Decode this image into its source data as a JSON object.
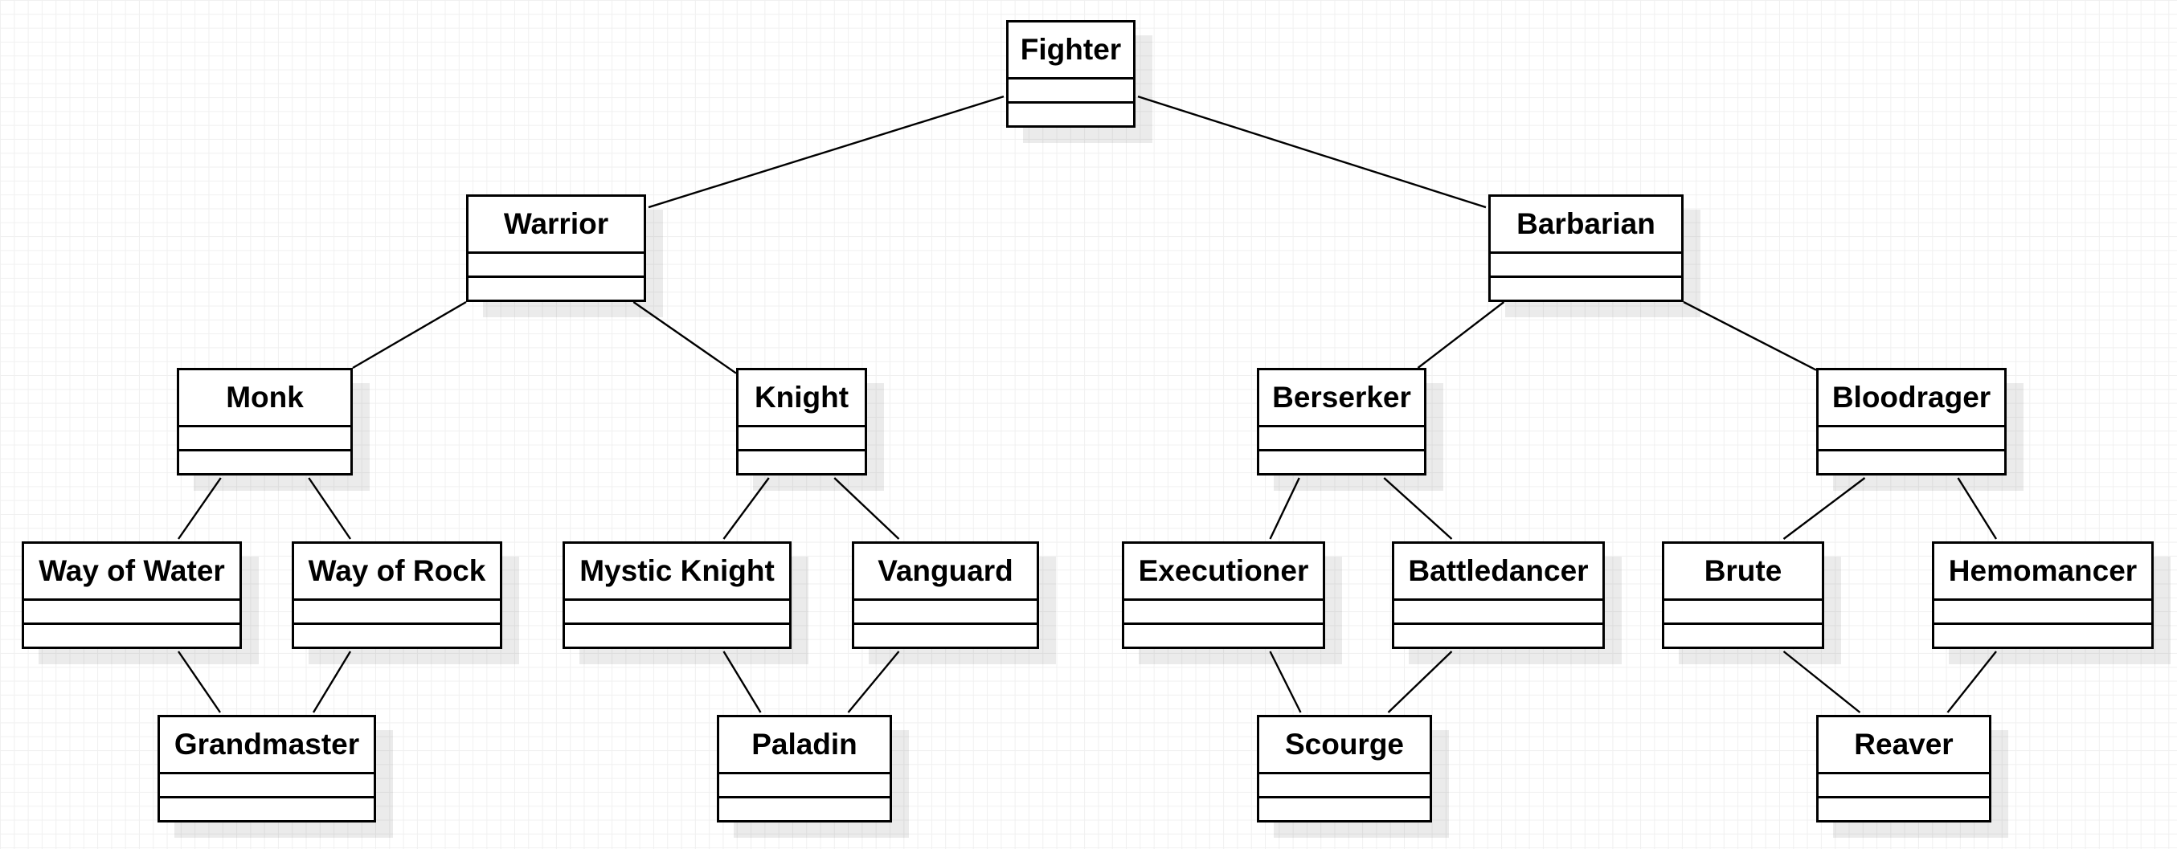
{
  "diagram": {
    "type": "uml-class-hierarchy",
    "classes": [
      {
        "id": "fighter",
        "name": "Fighter"
      },
      {
        "id": "warrior",
        "name": "Warrior"
      },
      {
        "id": "barbarian",
        "name": "Barbarian"
      },
      {
        "id": "monk",
        "name": "Monk"
      },
      {
        "id": "knight",
        "name": "Knight"
      },
      {
        "id": "berserker",
        "name": "Berserker"
      },
      {
        "id": "bloodrager",
        "name": "Bloodrager"
      },
      {
        "id": "way-of-water",
        "name": "Way of Water"
      },
      {
        "id": "way-of-rock",
        "name": "Way of Rock"
      },
      {
        "id": "mystic-knight",
        "name": "Mystic Knight"
      },
      {
        "id": "vanguard",
        "name": "Vanguard"
      },
      {
        "id": "executioner",
        "name": "Executioner"
      },
      {
        "id": "battledancer",
        "name": "Battledancer"
      },
      {
        "id": "brute",
        "name": "Brute"
      },
      {
        "id": "hemomancer",
        "name": "Hemomancer"
      },
      {
        "id": "grandmaster",
        "name": "Grandmaster"
      },
      {
        "id": "paladin",
        "name": "Paladin"
      },
      {
        "id": "scourge",
        "name": "Scourge"
      },
      {
        "id": "reaver",
        "name": "Reaver"
      }
    ],
    "links": [
      {
        "from": "fighter",
        "to": "warrior"
      },
      {
        "from": "fighter",
        "to": "barbarian"
      },
      {
        "from": "warrior",
        "to": "monk"
      },
      {
        "from": "warrior",
        "to": "knight"
      },
      {
        "from": "barbarian",
        "to": "berserker"
      },
      {
        "from": "barbarian",
        "to": "bloodrager"
      },
      {
        "from": "monk",
        "to": "way-of-water"
      },
      {
        "from": "monk",
        "to": "way-of-rock"
      },
      {
        "from": "knight",
        "to": "mystic-knight"
      },
      {
        "from": "knight",
        "to": "vanguard"
      },
      {
        "from": "berserker",
        "to": "executioner"
      },
      {
        "from": "berserker",
        "to": "battledancer"
      },
      {
        "from": "bloodrager",
        "to": "brute"
      },
      {
        "from": "bloodrager",
        "to": "hemomancer"
      },
      {
        "from": "way-of-water",
        "to": "grandmaster"
      },
      {
        "from": "way-of-rock",
        "to": "grandmaster"
      },
      {
        "from": "mystic-knight",
        "to": "paladin"
      },
      {
        "from": "vanguard",
        "to": "paladin"
      },
      {
        "from": "executioner",
        "to": "scourge"
      },
      {
        "from": "battledancer",
        "to": "scourge"
      },
      {
        "from": "brute",
        "to": "reaver"
      },
      {
        "from": "hemomancer",
        "to": "reaver"
      }
    ]
  }
}
